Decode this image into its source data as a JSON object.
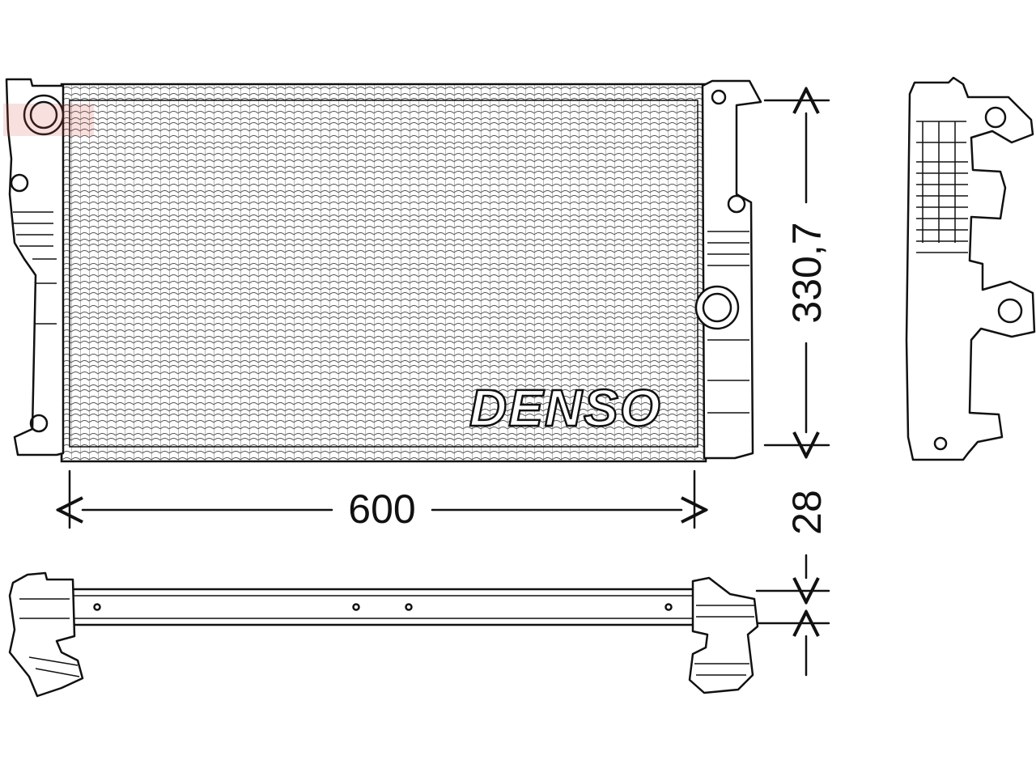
{
  "brand": {
    "name": "DENSO"
  },
  "dimensions": {
    "width": "600",
    "height": "330,7",
    "depth": "28"
  },
  "colors": {
    "line": "#111111",
    "background": "#ffffff",
    "watermark": "#d9534f"
  }
}
